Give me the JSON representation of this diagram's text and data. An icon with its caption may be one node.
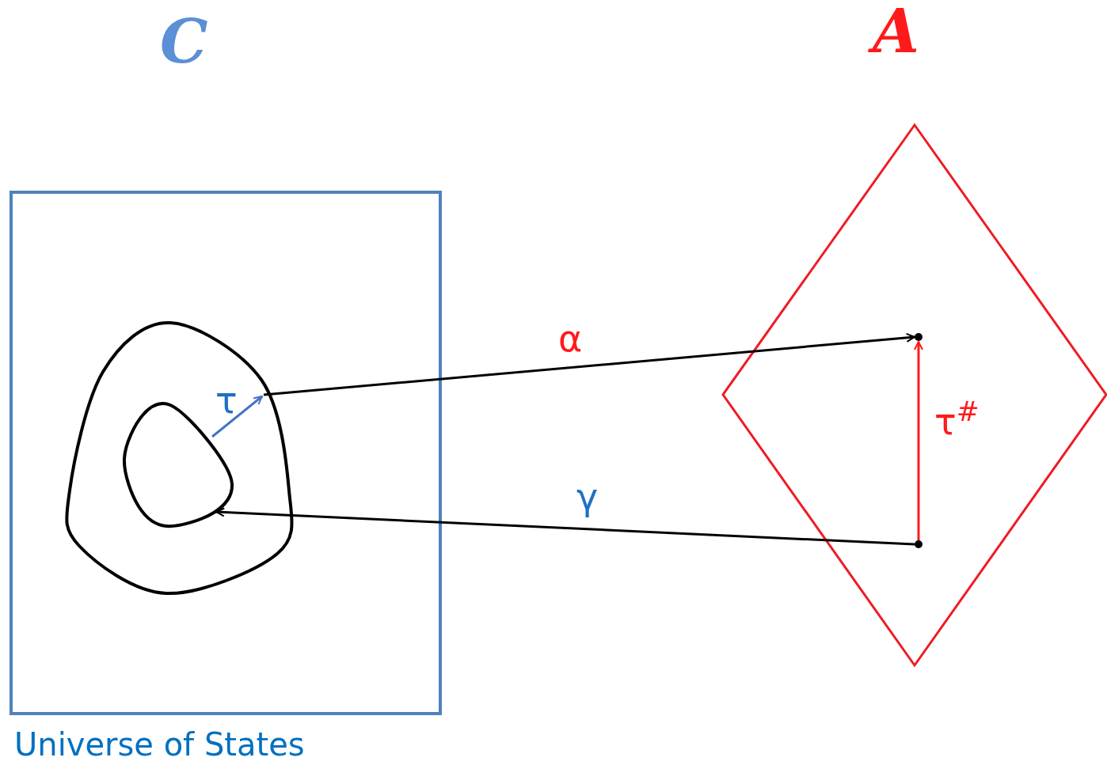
{
  "diagram": {
    "nodes": [
      {
        "text": [
          "C"
        ],
        "beside": [
          "Universe of States"
        ]
      },
      {
        "text": [],
        "shape": "circle",
        "in": 0
      },
      {
        "text": [],
        "shape": "circle",
        "in": 1
      },
      {
        "text": [
          "A"
        ]
      },
      {
        "text": [],
        "shape": "circle",
        "in": 3
      },
      {
        "text": [],
        "shape": "circle",
        "in": 3
      }
    ],
    "edges": [
      {
        "from": 2,
        "to": 1,
        "arrow": "to",
        "label": "τ",
        "color": "#4472c4"
      },
      {
        "from": 1,
        "to": 4,
        "arrow": "to",
        "label": "α"
      },
      {
        "from": 5,
        "to": 4,
        "arrow": "to",
        "label": "τ$^{#}$",
        "color": "#ff1a1a"
      },
      {
        "from": 5,
        "to": 2,
        "arrow": "to",
        "label": "γ"
      }
    ]
  }
}
